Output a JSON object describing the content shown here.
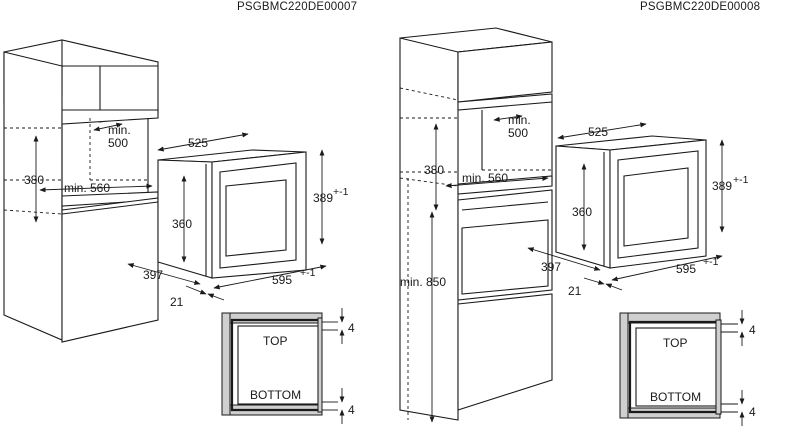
{
  "diagram_left": {
    "code": "PSGBMC220DE00007",
    "labels": {
      "min500_line1": "min.",
      "min500_line2": "500",
      "d380": "380",
      "min560": "min. 560",
      "d525": "525",
      "d360": "360",
      "d389": "389",
      "d389_tol": "+-1",
      "d397": "397",
      "d595": "595",
      "d595_tol": "+-1",
      "d21": "21",
      "top": "TOP",
      "bottom": "BOTTOM",
      "gap_top": "4",
      "gap_bottom": "4"
    }
  },
  "diagram_right": {
    "code": "PSGBMC220DE00008",
    "labels": {
      "min500_line1": "min.",
      "min500_line2": "500",
      "d380": "380",
      "min560": "min. 560",
      "min850": "min. 850",
      "d525": "525",
      "d360": "360",
      "d389": "389",
      "d389_tol": "+-1",
      "d397": "397",
      "d595": "595",
      "d595_tol": "+-1",
      "d21": "21",
      "top": "TOP",
      "bottom": "BOTTOM",
      "gap_top": "4",
      "gap_bottom": "4"
    }
  }
}
